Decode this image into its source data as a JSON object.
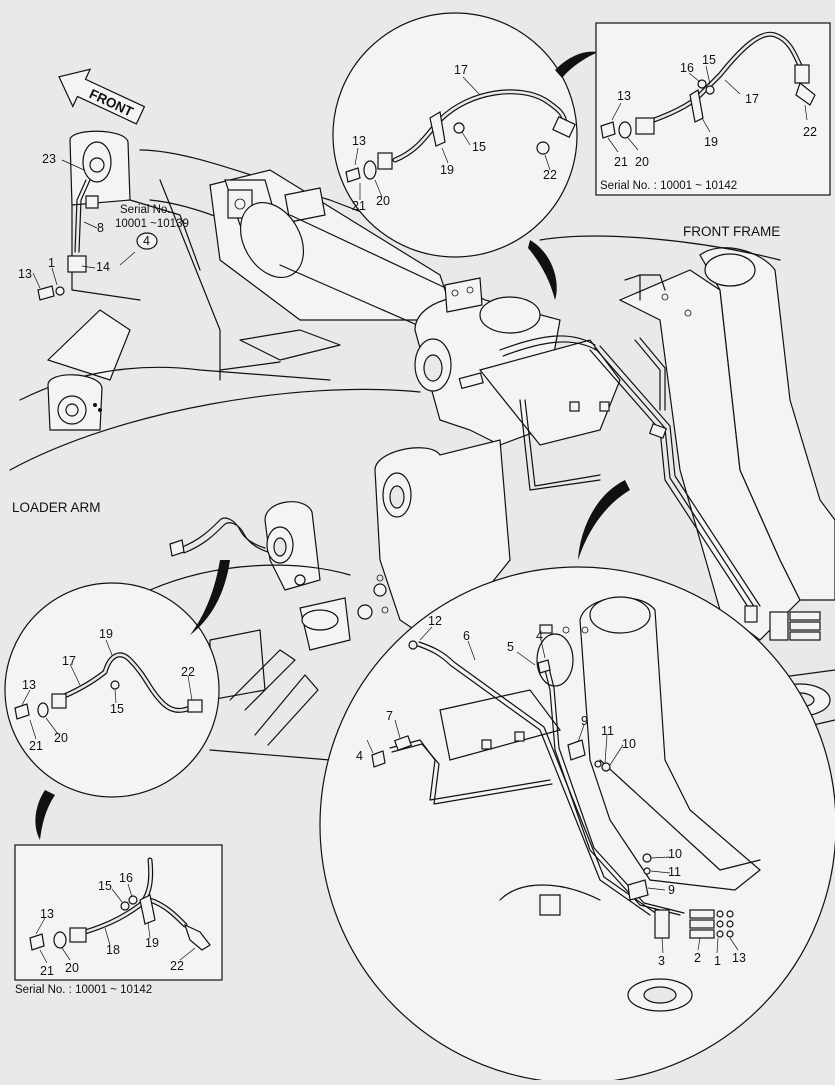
{
  "front_arrow": {
    "label": "FRONT"
  },
  "section_labels": {
    "front_frame": "FRONT FRAME",
    "loader_arm": "LOADER ARM"
  },
  "serial_notes": {
    "main_serial_title": "Serial No.",
    "main_serial_range": "10001 ~10139",
    "main_serial_ref": "4",
    "top_right": "Serial No. : 10001 ~ 10142",
    "bottom_left": "Serial No. : 10001 ~ 10142"
  },
  "callouts": {
    "top_left": [
      "23",
      "8",
      "13",
      "1",
      "14"
    ],
    "top_circle": [
      "17",
      "13",
      "15",
      "19",
      "21",
      "20",
      "22"
    ],
    "top_right_box": [
      "16",
      "15",
      "13",
      "17",
      "19",
      "21",
      "20",
      "22"
    ],
    "left_circle": [
      "19",
      "17",
      "22",
      "13",
      "15",
      "21",
      "20"
    ],
    "bottom_left_box": [
      "15",
      "16",
      "13",
      "18",
      "19",
      "21",
      "20",
      "22"
    ],
    "big_circle": [
      "12",
      "6",
      "5",
      "4",
      "7",
      "4",
      "9",
      "11",
      "10",
      "10",
      "11",
      "9",
      "2",
      "1",
      "13",
      "3"
    ]
  }
}
